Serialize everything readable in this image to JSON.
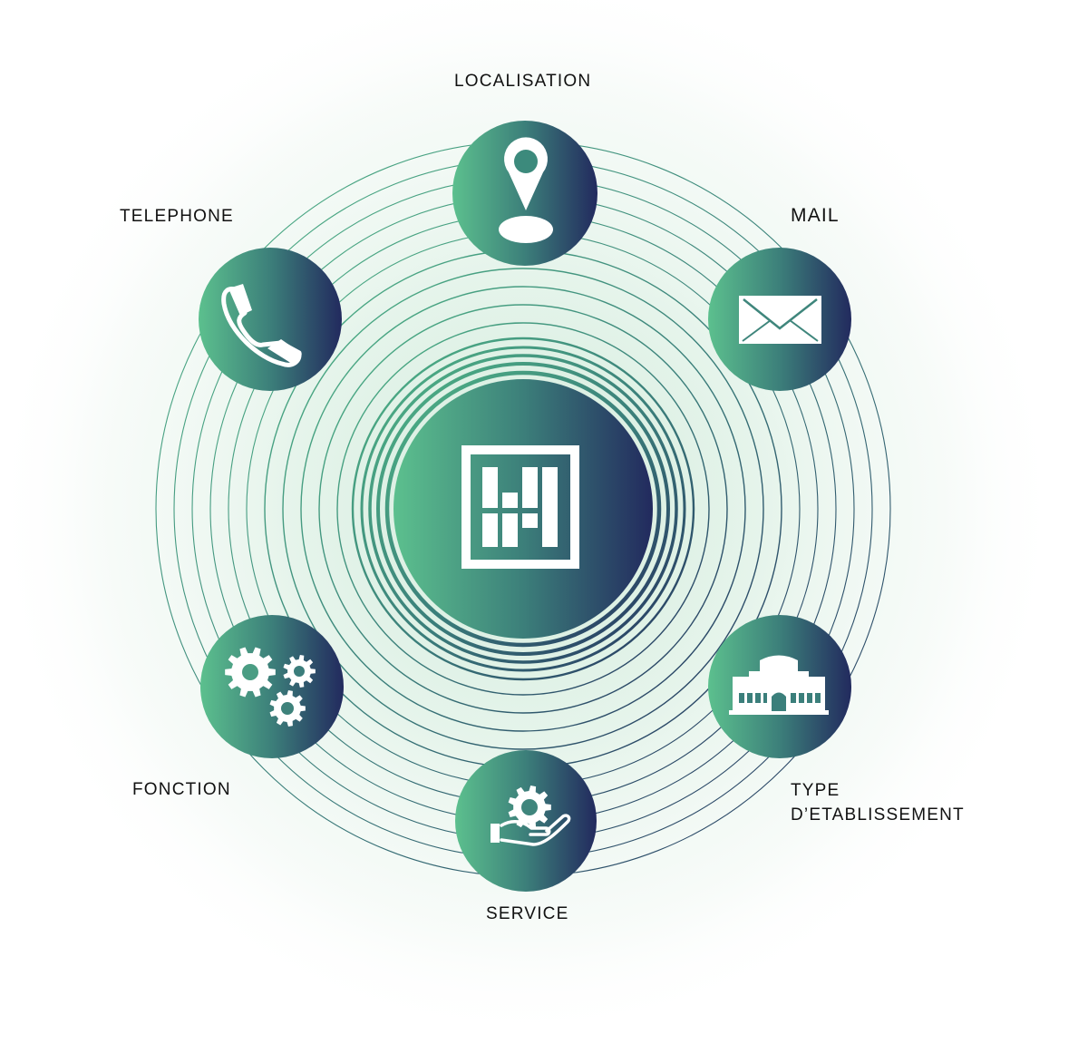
{
  "colors": {
    "gradient_start": "#5cc08e",
    "gradient_mid": "#3c7f7a",
    "gradient_end": "#222a5e",
    "halo": "#d9efe2",
    "icon": "#ffffff",
    "label": "#111111"
  },
  "center": {
    "logo_icon": "h-logo-icon"
  },
  "nodes": [
    {
      "id": "localisation",
      "label": "LOCALISATION",
      "icon": "location-pin-icon"
    },
    {
      "id": "mail",
      "label": "MAIL",
      "icon": "envelope-icon"
    },
    {
      "id": "type-etablissement",
      "label": "TYPE\nD’ETABLISSEMENT",
      "icon": "building-icon"
    },
    {
      "id": "service",
      "label": "SERVICE",
      "icon": "hand-gear-icon"
    },
    {
      "id": "fonction",
      "label": "FONCTION",
      "icon": "gears-icon"
    },
    {
      "id": "telephone",
      "label": "TELEPHONE",
      "icon": "phone-icon"
    }
  ]
}
